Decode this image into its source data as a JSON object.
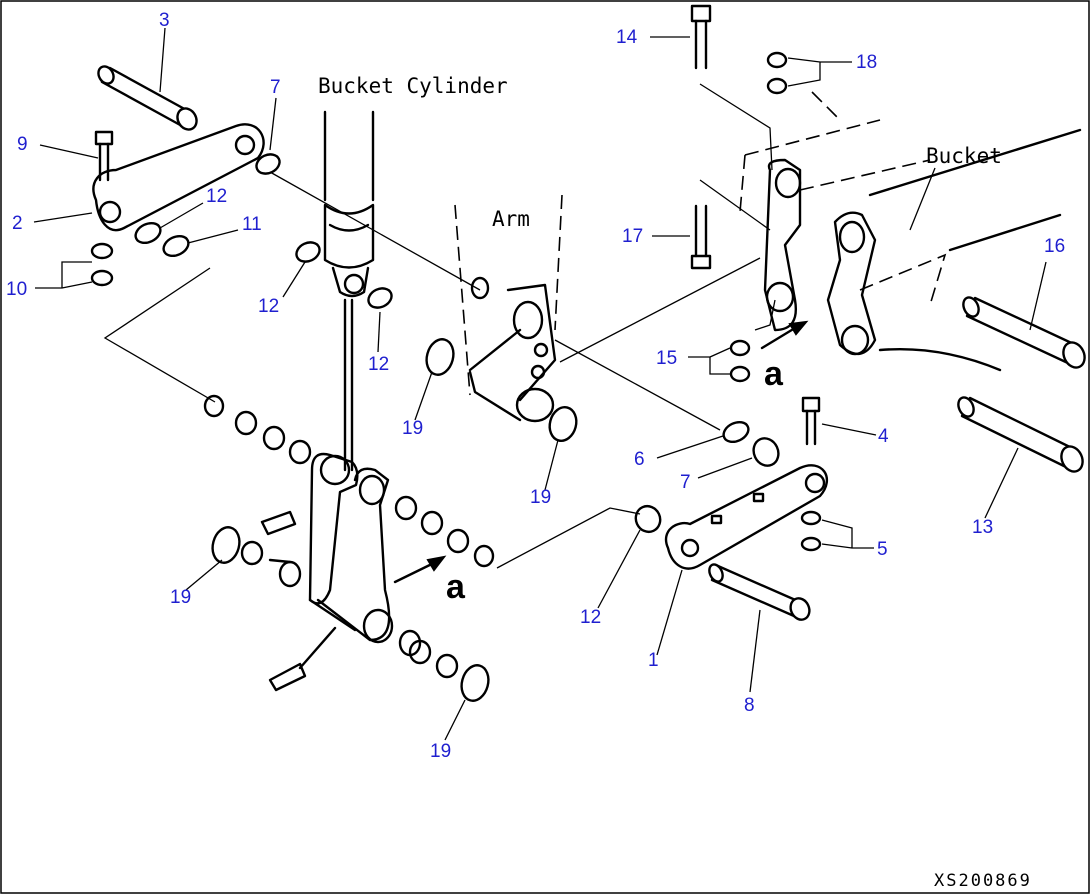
{
  "labels": {
    "bucket_cylinder": "Bucket Cylinder",
    "arm": "Arm",
    "bucket": "Bucket",
    "view_mark_1": "a",
    "view_mark_2": "a"
  },
  "callouts": [
    {
      "id": "1",
      "text": "1"
    },
    {
      "id": "2",
      "text": "2"
    },
    {
      "id": "3",
      "text": "3"
    },
    {
      "id": "4",
      "text": "4"
    },
    {
      "id": "5",
      "text": "5"
    },
    {
      "id": "6",
      "text": "6"
    },
    {
      "id": "7a",
      "text": "7"
    },
    {
      "id": "7b",
      "text": "7"
    },
    {
      "id": "8",
      "text": "8"
    },
    {
      "id": "9",
      "text": "9"
    },
    {
      "id": "10",
      "text": "10"
    },
    {
      "id": "11",
      "text": "11"
    },
    {
      "id": "12a",
      "text": "12"
    },
    {
      "id": "12b",
      "text": "12"
    },
    {
      "id": "12c",
      "text": "12"
    },
    {
      "id": "12d",
      "text": "12"
    },
    {
      "id": "13",
      "text": "13"
    },
    {
      "id": "14",
      "text": "14"
    },
    {
      "id": "15",
      "text": "15"
    },
    {
      "id": "16",
      "text": "16"
    },
    {
      "id": "17",
      "text": "17"
    },
    {
      "id": "18",
      "text": "18"
    },
    {
      "id": "19a",
      "text": "19"
    },
    {
      "id": "19b",
      "text": "19"
    },
    {
      "id": "19c",
      "text": "19"
    },
    {
      "id": "19d",
      "text": "19"
    }
  ],
  "drawing_code": "XS200869",
  "colors": {
    "callout": "#1f1fcf",
    "line": "#000000",
    "background": "#ffffff"
  }
}
